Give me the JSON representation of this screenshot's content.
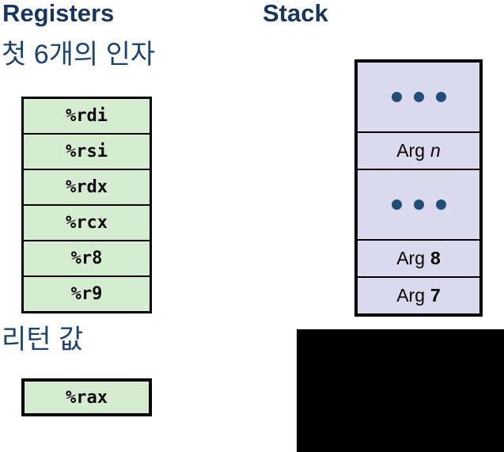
{
  "registers_section": {
    "title": "Registers",
    "args_label": "첫 6개의 인자",
    "registers": [
      "%rdi",
      "%rsi",
      "%rdx",
      "%rcx",
      "%r8",
      "%r9"
    ],
    "return_label": "리턴 값",
    "return_register": "%rax"
  },
  "stack_section": {
    "title": "Stack",
    "ellipsis_dot_count": 3,
    "rows": [
      {
        "type": "dots"
      },
      {
        "type": "arg",
        "label": "Arg",
        "index": "n",
        "index_style": "italic"
      },
      {
        "type": "dots"
      },
      {
        "type": "arg",
        "label": "Arg",
        "index": "8",
        "index_style": "bold"
      },
      {
        "type": "arg",
        "label": "Arg",
        "index": "7",
        "index_style": "bold"
      }
    ]
  },
  "colors": {
    "heading": "#17365d",
    "korean_text": "#1d4470",
    "register_fill": "#d6ecd1",
    "stack_fill": "#dbd9ee",
    "dot": "#1f4e79",
    "redacted": "#000000"
  }
}
